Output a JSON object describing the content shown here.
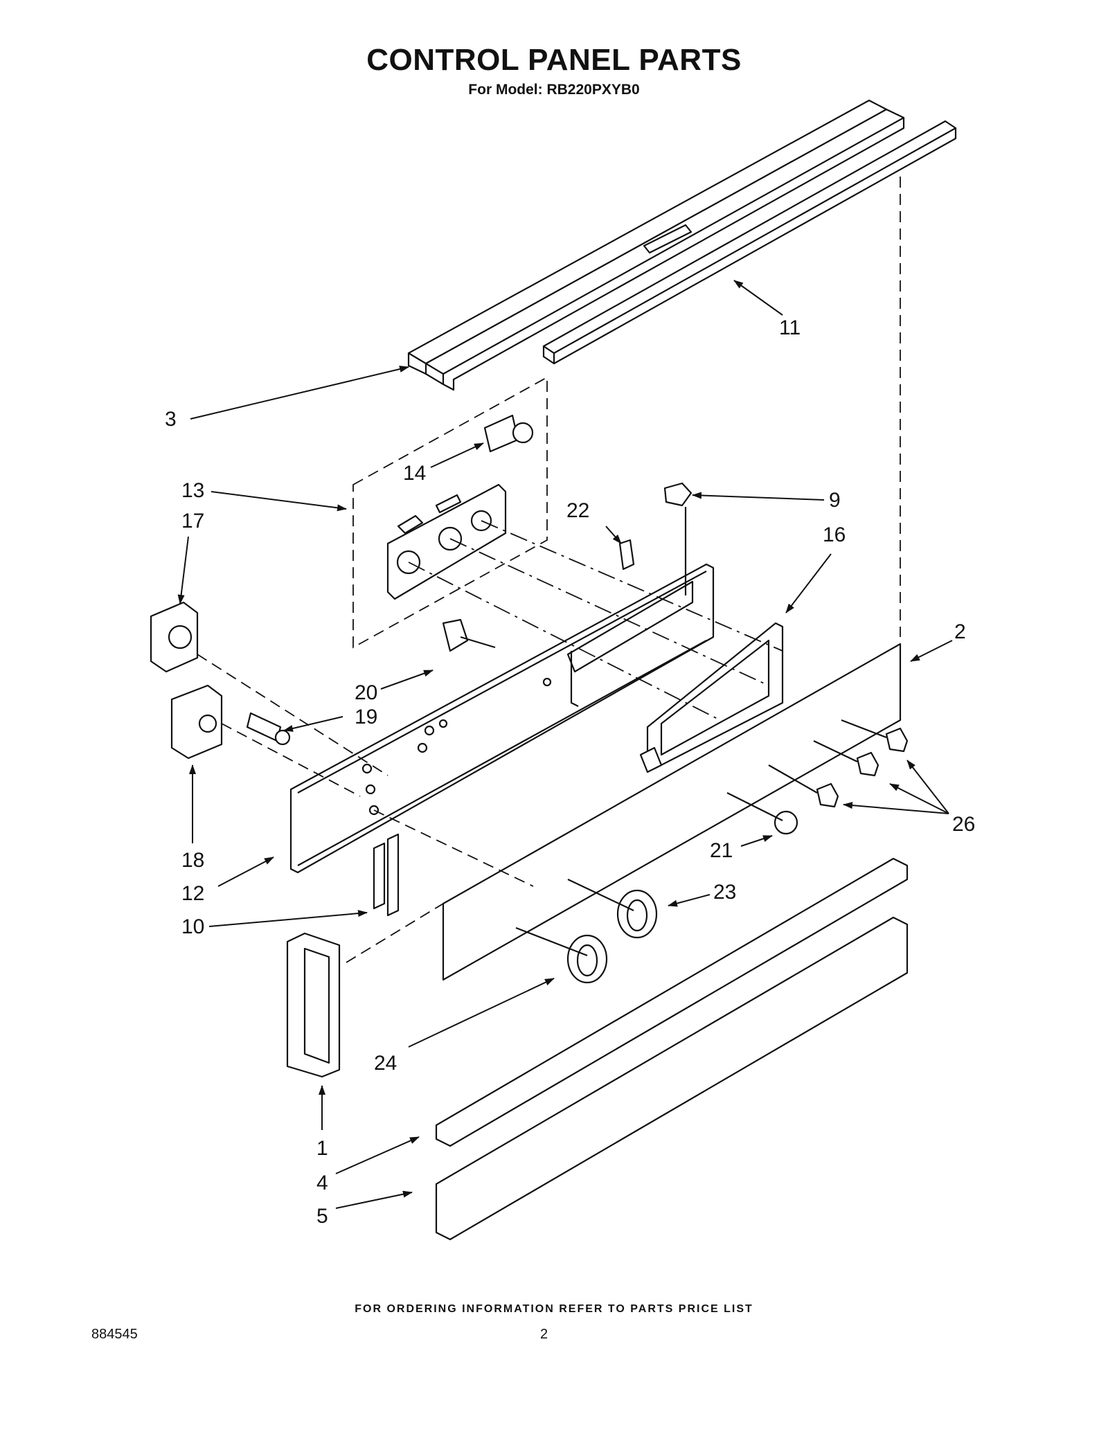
{
  "header": {
    "title": "CONTROL PANEL PARTS",
    "subtitle": "For Model: RB220PXYB0"
  },
  "footer": {
    "note": "FOR ORDERING INFORMATION REFER TO PARTS PRICE LIST",
    "doc_number": "884545",
    "page_number": "2"
  },
  "callouts": {
    "c1": "1",
    "c2": "2",
    "c3": "3",
    "c4": "4",
    "c5": "5",
    "c9": "9",
    "c10": "10",
    "c11": "11",
    "c12": "12",
    "c13": "13",
    "c14": "14",
    "c16": "16",
    "c17": "17",
    "c18": "18",
    "c19": "19",
    "c20": "20",
    "c21": "21",
    "c22": "22",
    "c23": "23",
    "c24": "24",
    "c26": "26"
  }
}
